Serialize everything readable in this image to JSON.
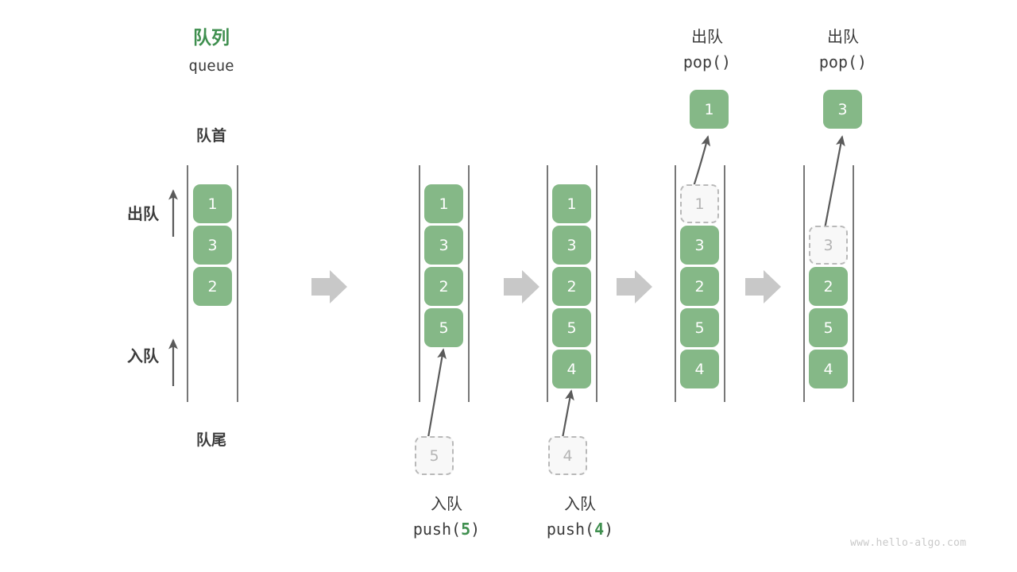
{
  "diagram": {
    "title_cn": "队列",
    "title_en": "queue",
    "front_label": "队首",
    "rear_label": "队尾",
    "dequeue_label": "出队",
    "enqueue_label": "入队",
    "watermark": "www.hello-algo.com",
    "colors": {
      "element_fill": "#85b887",
      "element_text": "#ffffff",
      "ghost_fill": "#f8f8f8",
      "ghost_border": "#b9b9b9",
      "ghost_text": "#b4b4b4",
      "accent_green": "#3f8f4f",
      "rail": "#555555",
      "arrow": "#5a5a5a",
      "step_arrow": "#c8c8c8",
      "text": "#3c3c3c"
    }
  },
  "steps": [
    {
      "id": "initial",
      "cells": [
        {
          "value": "1",
          "state": "filled"
        },
        {
          "value": "3",
          "state": "filled"
        },
        {
          "value": "2",
          "state": "filled"
        }
      ]
    },
    {
      "id": "after-push-5",
      "cells": [
        {
          "value": "1",
          "state": "filled"
        },
        {
          "value": "3",
          "state": "filled"
        },
        {
          "value": "2",
          "state": "filled"
        },
        {
          "value": "5",
          "state": "filled"
        }
      ],
      "incoming": {
        "value": "5",
        "state": "ghost"
      },
      "op_cn": "入队",
      "op_name": "push",
      "op_arg": "5"
    },
    {
      "id": "after-push-4",
      "cells": [
        {
          "value": "1",
          "state": "filled"
        },
        {
          "value": "3",
          "state": "filled"
        },
        {
          "value": "2",
          "state": "filled"
        },
        {
          "value": "5",
          "state": "filled"
        },
        {
          "value": "4",
          "state": "filled"
        }
      ],
      "incoming": {
        "value": "4",
        "state": "ghost"
      },
      "op_cn": "入队",
      "op_name": "push",
      "op_arg": "4"
    },
    {
      "id": "after-pop-1",
      "cells": [
        {
          "value": "1",
          "state": "ghost"
        },
        {
          "value": "3",
          "state": "filled"
        },
        {
          "value": "2",
          "state": "filled"
        },
        {
          "value": "5",
          "state": "filled"
        },
        {
          "value": "4",
          "state": "filled"
        }
      ],
      "outgoing": {
        "value": "1",
        "state": "filled"
      },
      "op_cn": "出队",
      "op_name": "pop",
      "op_arg": ""
    },
    {
      "id": "after-pop-3",
      "cells": [
        {
          "value": "",
          "state": "empty"
        },
        {
          "value": "3",
          "state": "ghost"
        },
        {
          "value": "2",
          "state": "filled"
        },
        {
          "value": "5",
          "state": "filled"
        },
        {
          "value": "4",
          "state": "filled"
        }
      ],
      "outgoing": {
        "value": "3",
        "state": "filled"
      },
      "op_cn": "出队",
      "op_name": "pop",
      "op_arg": ""
    }
  ],
  "ops": {
    "push5_cn": "入队",
    "push5_code_pre": "push(",
    "push5_code_arg": "5",
    "push5_code_post": ")",
    "push4_cn": "入队",
    "push4_code_pre": "push(",
    "push4_code_arg": "4",
    "push4_code_post": ")",
    "pop1_cn": "出队",
    "pop1_code": "pop()",
    "pop2_cn": "出队",
    "pop2_code": "pop()"
  }
}
